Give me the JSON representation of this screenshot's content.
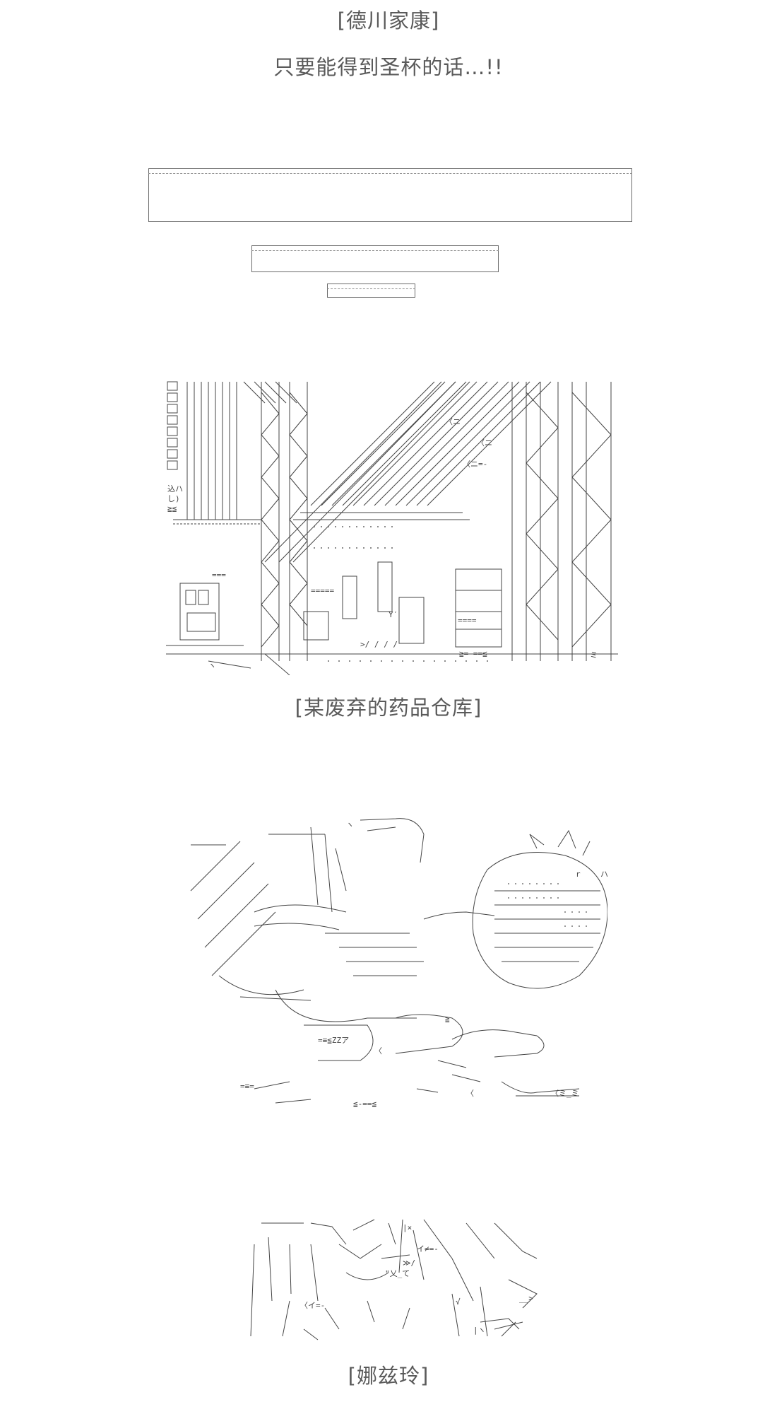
{
  "top_caption": "[德川家康]",
  "top_line": "只要能得到圣杯的话…!!",
  "warehouse_caption": "[某废弃的药品仓库]",
  "bottom_caption": "[娜兹玲]",
  "art_glyphs": {
    "warehouse_labels": [
      "込ハ",
      "し)",
      "≧≦",
      "===",
      "〈ニ",
      "〈ニ=-",
      "Y′",
      "〈ニ",
      ">/ / / /",
      "≧=-==≦",
      "ヽ",
      "====",
      "=====",
      "ミ"
    ],
    "sleeper_labels": [
      "r",
      "ハ",
      "=≡≦ZZア",
      "=≡=",
      "〈",
      "≧",
      "≦-==≦",
      "〈",
      "ヽ",
      "〈ミ_ミ"
    ],
    "character_labels": [
      "|×",
      "イ≠=-",
      "≫/",
      "\"乂_て",
      "〈イ=-",
      "√",
      "__>",
      "|ヽ"
    ]
  }
}
